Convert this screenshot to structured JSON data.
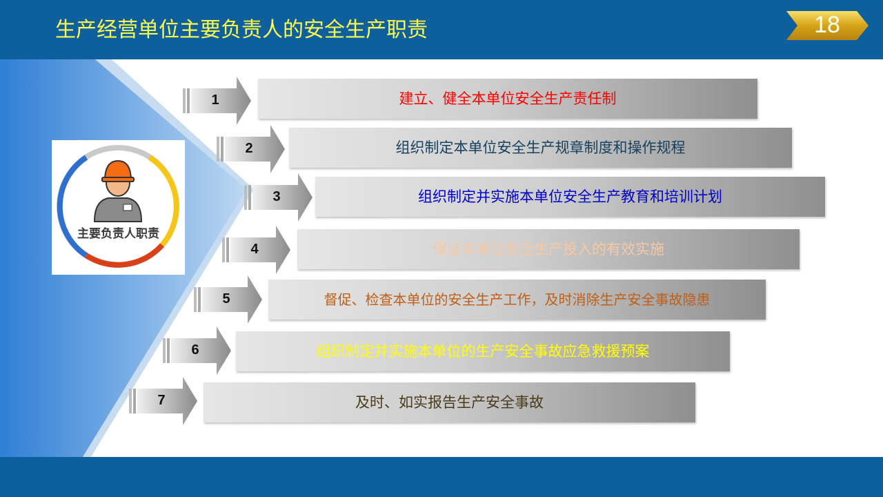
{
  "header": {
    "title": "生产经营单位主要负责人的安全生产职责",
    "page_number": "18"
  },
  "icon_card": {
    "label": "主要负责人职责",
    "icon": "safety-helmet-worker-icon"
  },
  "items": [
    {
      "number": "1",
      "text": "建立、健全本单位安全生产责任制",
      "color": "#ff0000"
    },
    {
      "number": "2",
      "text": "组织制定本单位安全生产规章制度和操作规程",
      "color": "#17415f"
    },
    {
      "number": "3",
      "text": "组织制定并实施本单位安全生产教育和培训计划",
      "color": "#0000cc"
    },
    {
      "number": "4",
      "text": "保证本单位安全生产投入的有效实施",
      "color": "#f7c9a3"
    },
    {
      "number": "5",
      "text": "督促、检查本单位的安全生产工作，及时消除生产安全事故隐患",
      "color": "#c25e14"
    },
    {
      "number": "6",
      "text": "组织制定并实施本单位的生产安全事故应急救援预案",
      "color": "#ffff00"
    },
    {
      "number": "7",
      "text": "及时、如实报告生产安全事故",
      "color": "#4a3a1a"
    }
  ],
  "colors": {
    "header_bg": "#0d5f9e",
    "title": "#ffff4d",
    "accent_blue": "#3a86d6",
    "badge_gold": "#e0b21c"
  }
}
